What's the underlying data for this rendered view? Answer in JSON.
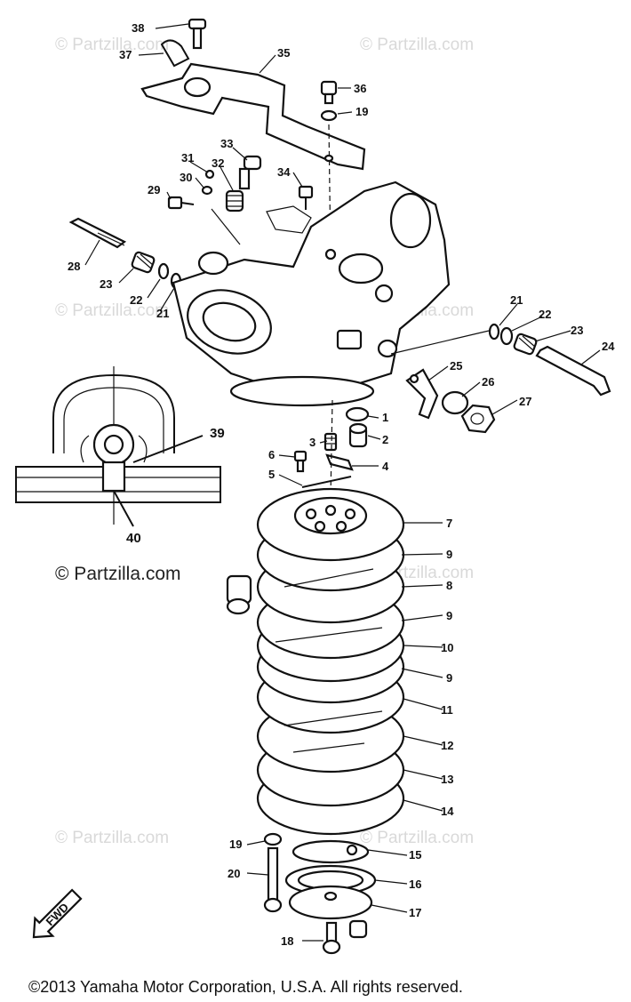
{
  "watermarks": [
    "© Partzilla.com",
    "© Partzilla.com",
    "© Partzilla.com",
    "© Partzilla.com",
    "© Partzilla.com",
    "© Partzilla.com",
    "© Partzilla.com",
    "© Partzilla.com"
  ],
  "watermark_main": "© Partzilla.com",
  "copyright": "©2013  Yamaha Motor Corporation, U.S.A. All rights reserved.",
  "fwd_label": "FWD",
  "callouts": {
    "c1": "1",
    "c2": "2",
    "c3": "3",
    "c4": "4",
    "c5": "5",
    "c6": "6",
    "c7": "7",
    "c8": "8",
    "c9a": "9",
    "c9b": "9",
    "c9c": "9",
    "c10": "10",
    "c11": "11",
    "c12": "12",
    "c13": "13",
    "c14": "14",
    "c15": "15",
    "c16": "16",
    "c17": "17",
    "c18": "18",
    "c19a": "19",
    "c19b": "19",
    "c20": "20",
    "c21a": "21",
    "c21b": "21",
    "c22a": "22",
    "c22b": "22",
    "c23a": "23",
    "c23b": "23",
    "c24": "24",
    "c25": "25",
    "c26": "26",
    "c27": "27",
    "c28": "28",
    "c29": "29",
    "c30": "30",
    "c31": "31",
    "c32": "32",
    "c33": "33",
    "c34": "34",
    "c35": "35",
    "c36": "36",
    "c37": "37",
    "c38": "38",
    "c39": "39",
    "c40": "40"
  }
}
